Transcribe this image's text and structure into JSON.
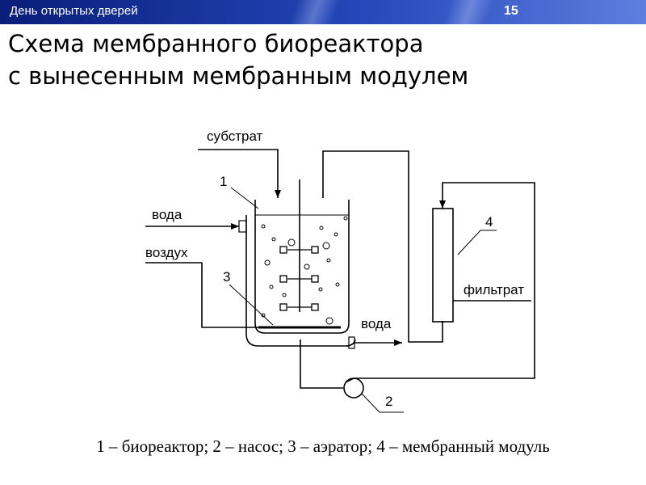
{
  "header": {
    "title": "День открытых дверей",
    "slide_number": "15",
    "colors": {
      "dark": "#0a1e7a",
      "light": "#5d7fe0"
    }
  },
  "slide": {
    "title_line1": "Схема мембранного биореактора",
    "title_line2": "с вынесенным мембранным модулем"
  },
  "diagram": {
    "labels": {
      "substrate": "субстрат",
      "water_in": "вода",
      "air": "воздух",
      "water_out": "вода",
      "filtrate": "фильтрат",
      "n1": "1",
      "n2": "2",
      "n3": "3",
      "n4": "4"
    }
  },
  "caption": "1 – биореактор; 2 – насос; 3 – аэратор; 4 – мембранный модуль"
}
